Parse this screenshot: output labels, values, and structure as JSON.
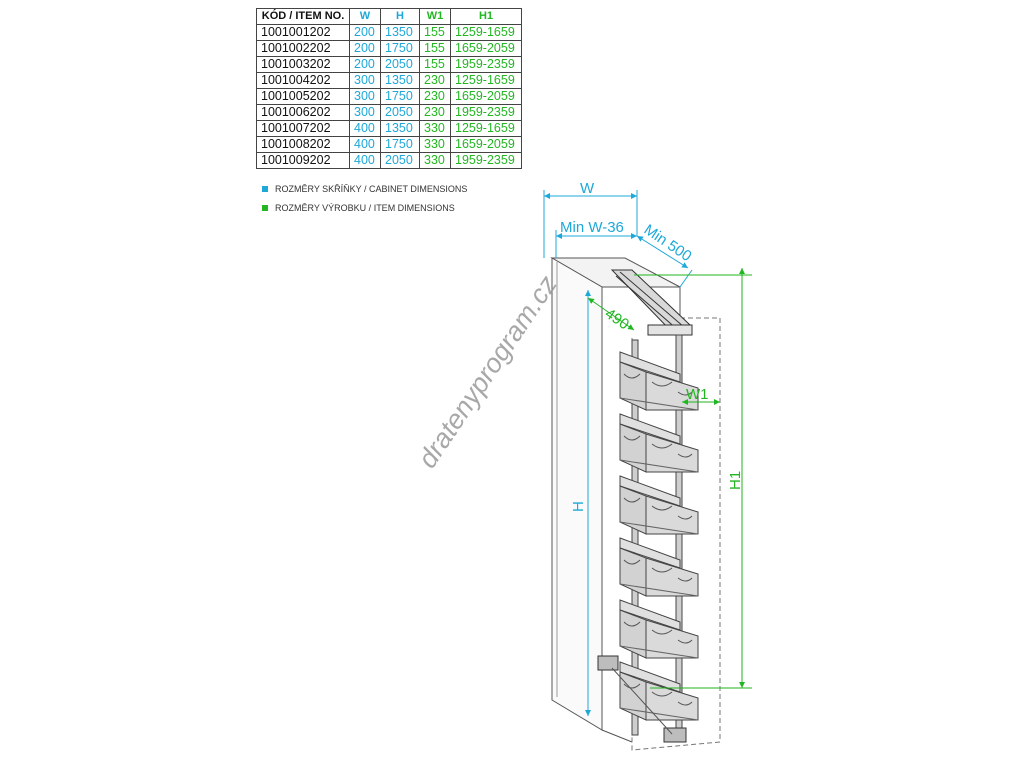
{
  "table": {
    "headers": {
      "code": "KÓD / ITEM NO.",
      "w": "W",
      "h": "H",
      "w1": "W1",
      "h1": "H1"
    },
    "rows": [
      {
        "code": "1001001202",
        "w": "200",
        "h": "1350",
        "w1": "155",
        "h1": "1259-1659"
      },
      {
        "code": "1001002202",
        "w": "200",
        "h": "1750",
        "w1": "155",
        "h1": "1659-2059"
      },
      {
        "code": "1001003202",
        "w": "200",
        "h": "2050",
        "w1": "155",
        "h1": "1959-2359"
      },
      {
        "code": "1001004202",
        "w": "300",
        "h": "1350",
        "w1": "230",
        "h1": "1259-1659"
      },
      {
        "code": "1001005202",
        "w": "300",
        "h": "1750",
        "w1": "230",
        "h1": "1659-2059"
      },
      {
        "code": "1001006202",
        "w": "300",
        "h": "2050",
        "w1": "230",
        "h1": "1959-2359"
      },
      {
        "code": "1001007202",
        "w": "400",
        "h": "1350",
        "w1": "330",
        "h1": "1259-1659"
      },
      {
        "code": "1001008202",
        "w": "400",
        "h": "1750",
        "w1": "330",
        "h1": "1659-2059"
      },
      {
        "code": "1001009202",
        "w": "400",
        "h": "2050",
        "w1": "330",
        "h1": "1959-2359"
      }
    ]
  },
  "legend": {
    "cabinet": "ROZMĚRY SKŘÍŇKY / CABINET DIMENSIONS",
    "item": "ROZMĚRY VÝROBKU / ITEM DIMENSIONS"
  },
  "labels": {
    "w": "W",
    "min_w": "Min W-36",
    "min_depth": "Min 500",
    "depth": "490",
    "w1": "W1",
    "h": "H",
    "h1": "H1"
  },
  "watermark": "dratenyprogram.cz",
  "colors": {
    "cabinet": "#1ea8d8",
    "item": "#22b622",
    "line": "#444444"
  }
}
